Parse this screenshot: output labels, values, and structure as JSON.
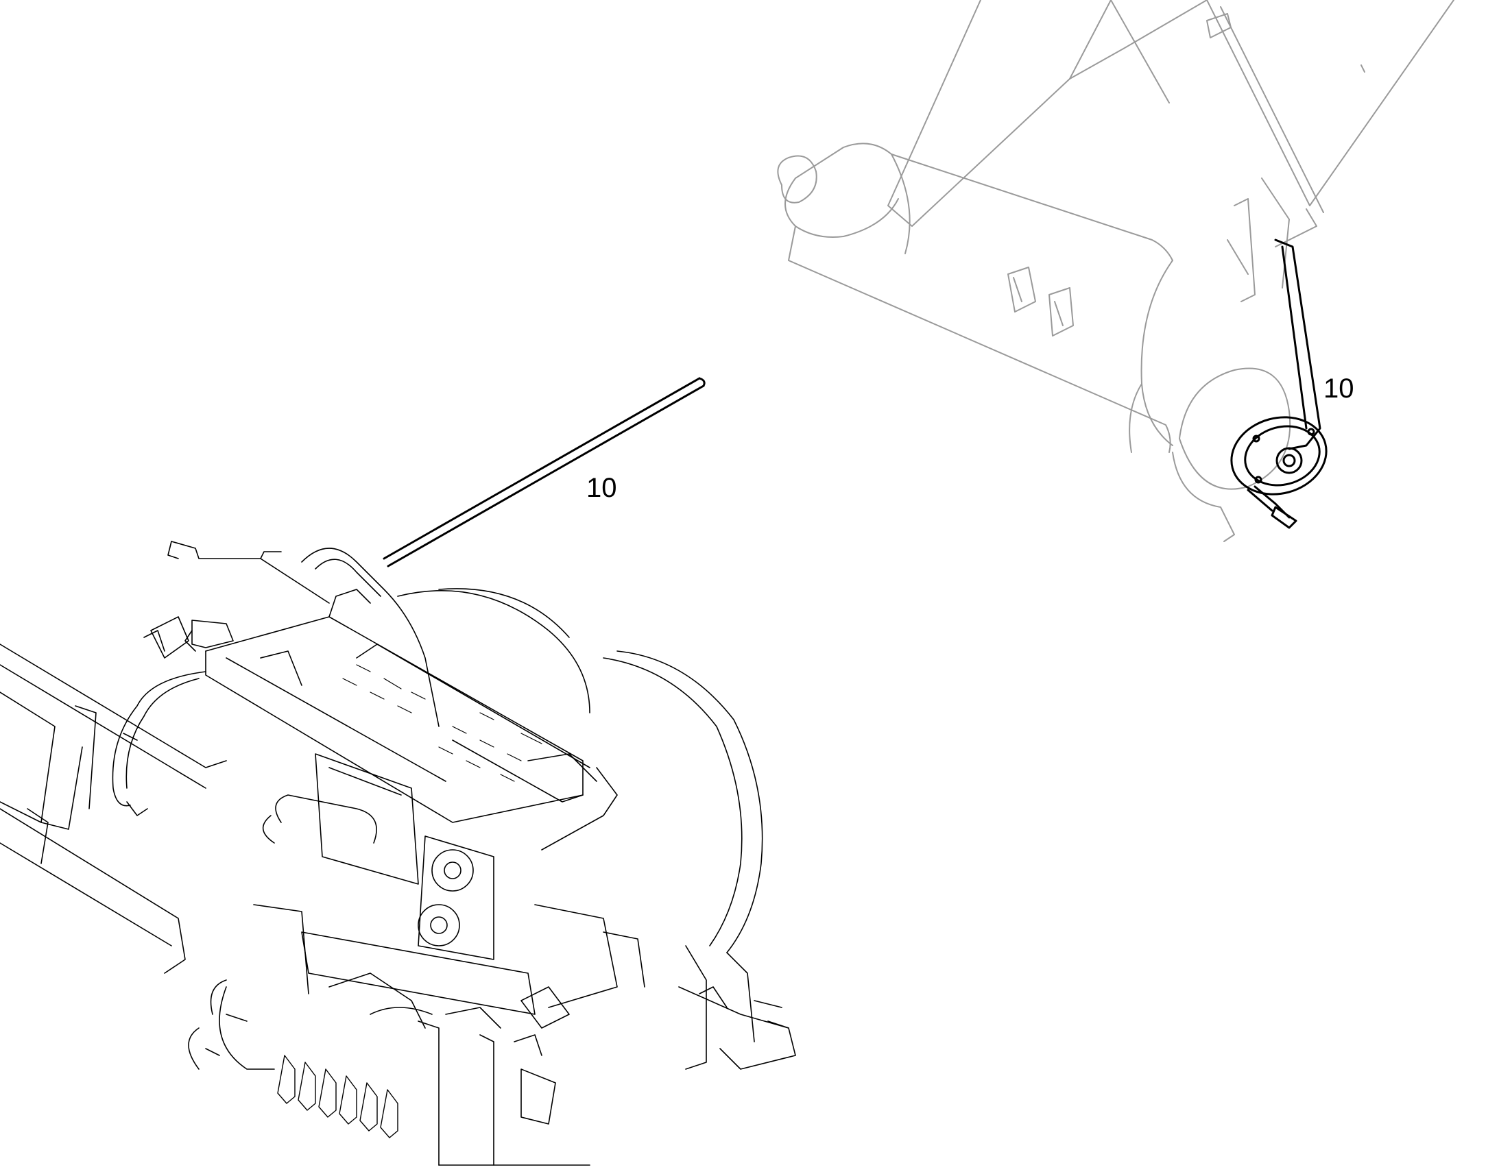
{
  "diagram": {
    "line_color": "#000000",
    "faint_color": "#9a9a9a",
    "background": "#ffffff",
    "callouts": [
      {
        "id": "callout-left",
        "label": "10"
      },
      {
        "id": "callout-right",
        "label": "10"
      }
    ]
  }
}
